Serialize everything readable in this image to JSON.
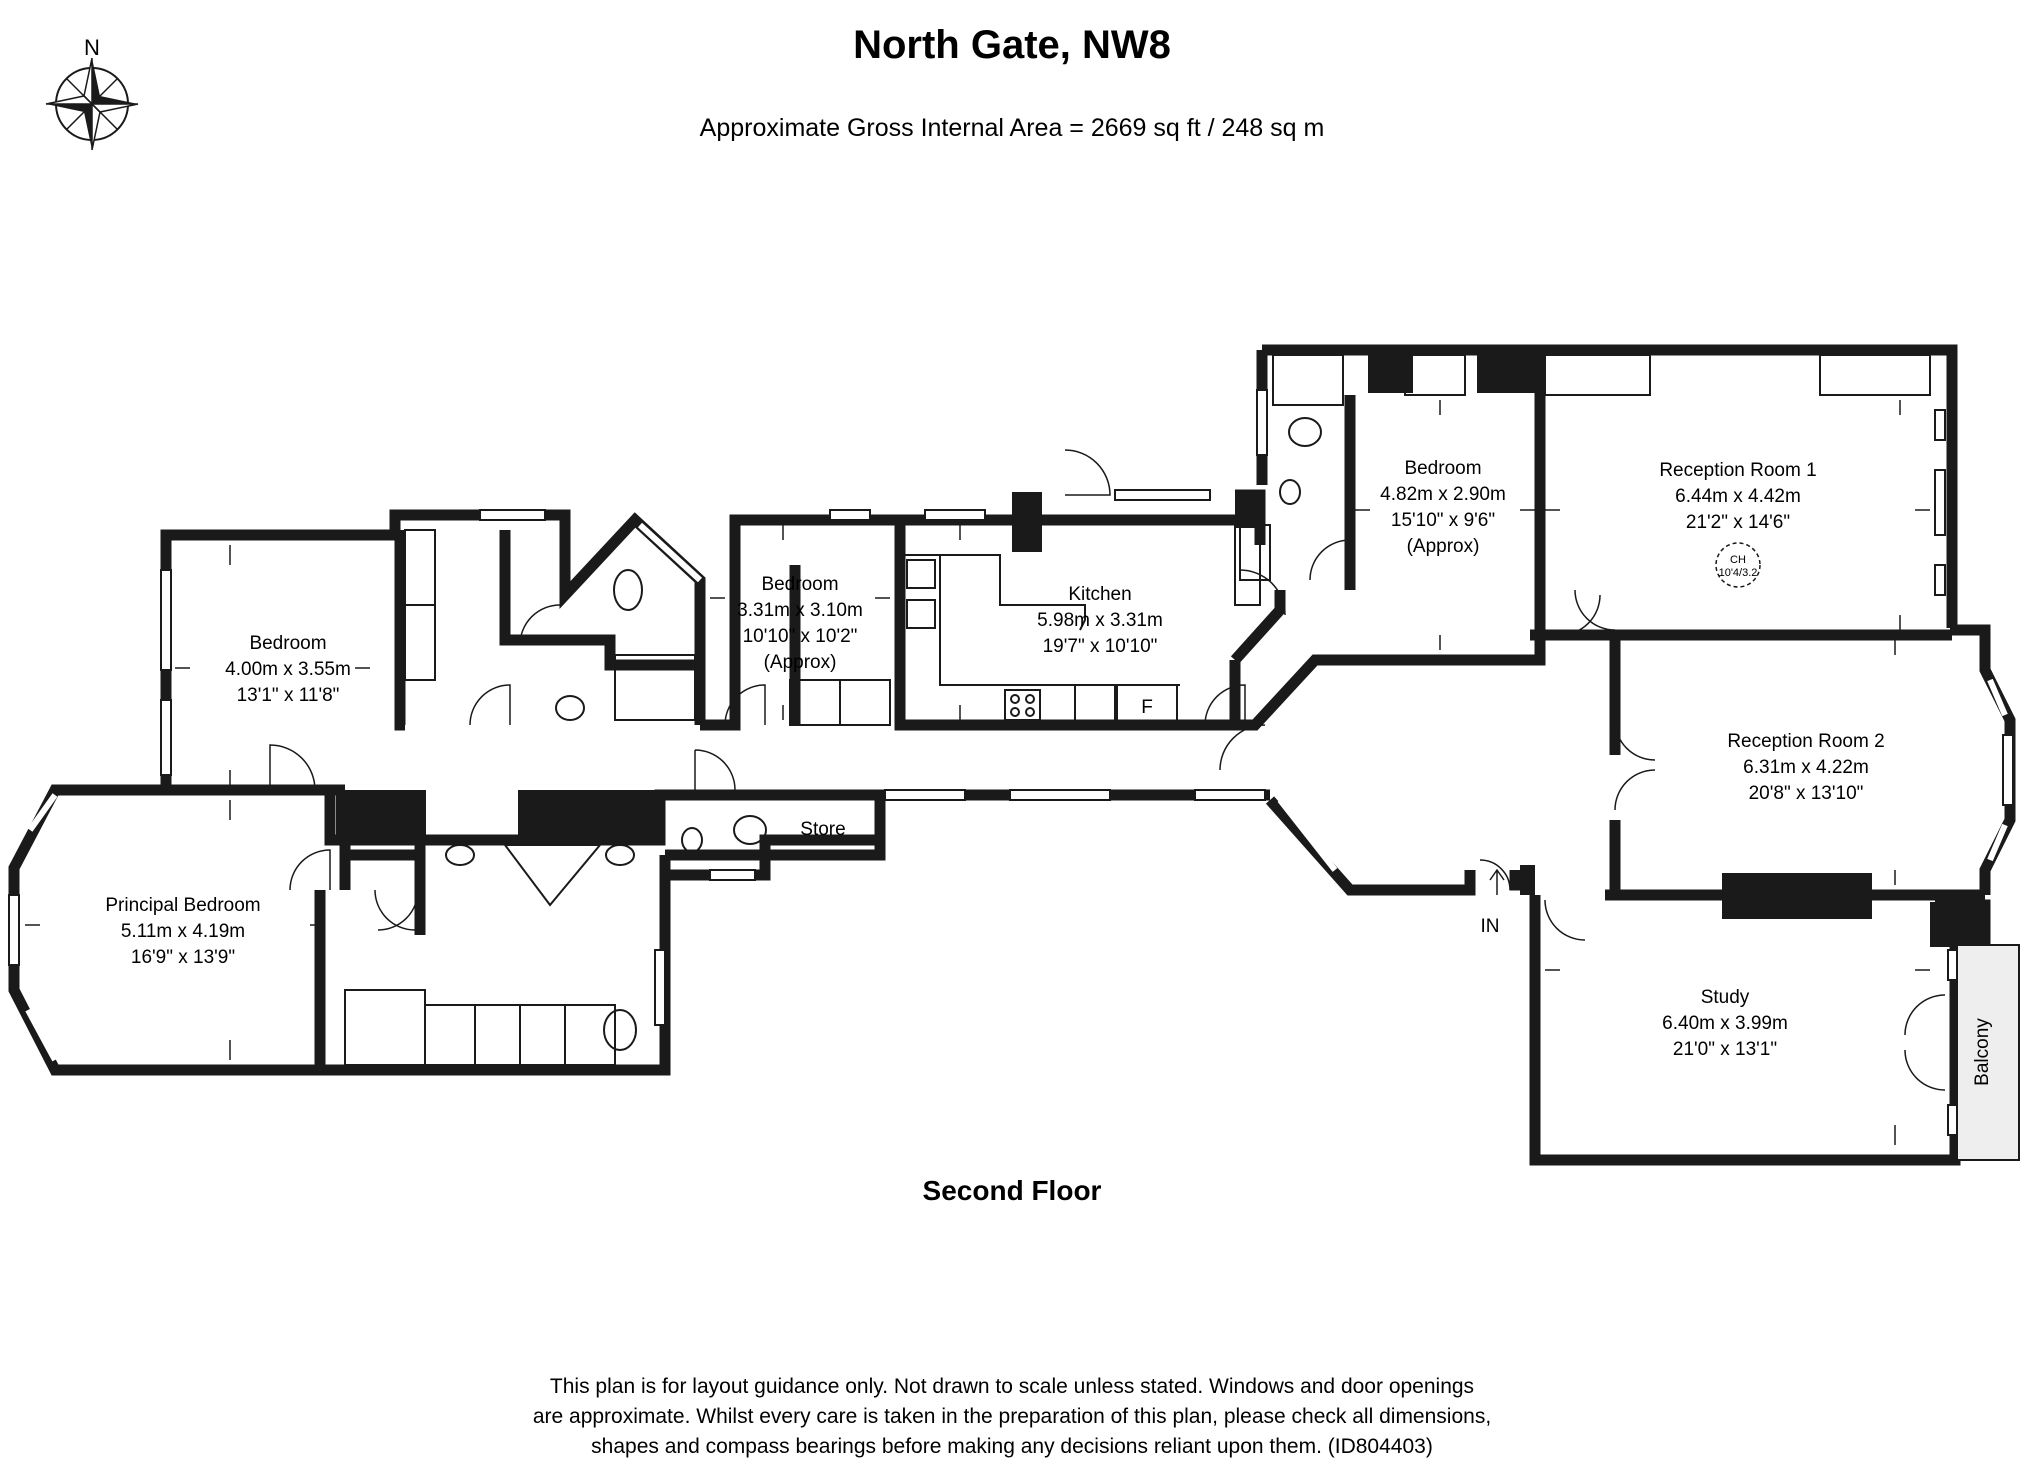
{
  "header": {
    "title": "North Gate, NW8",
    "area": "Approximate Gross Internal Area = 2669 sq ft / 248 sq m"
  },
  "compass": {
    "north": "N"
  },
  "floor_name": "Second Floor",
  "rooms": {
    "bedroom_west": {
      "name": "Bedroom",
      "metric": "4.00m x 3.55m",
      "imperial": "13'1\" x 11'8\""
    },
    "bedroom_mid": {
      "name": "Bedroom",
      "metric": "3.31m x 3.10m",
      "imperial": "10'10\" x 10'2\"",
      "note": "(Approx)"
    },
    "kitchen": {
      "name": "Kitchen",
      "metric": "5.98m x 3.31m",
      "imperial": "19'7\" x 10'10\""
    },
    "bedroom_east": {
      "name": "Bedroom",
      "metric": "4.82m x 2.90m",
      "imperial": "15'10\" x 9'6\"",
      "note": "(Approx)"
    },
    "reception_1": {
      "name": "Reception Room 1",
      "metric": "6.44m x 4.42m",
      "imperial": "21'2\" x 14'6\""
    },
    "reception_2": {
      "name": "Reception Room 2",
      "metric": "6.31m x 4.22m",
      "imperial": "20'8\" x 13'10\""
    },
    "principal_bedroom": {
      "name": "Principal Bedroom",
      "metric": "5.11m x 4.19m",
      "imperial": "16'9\" x 13'9\""
    },
    "study": {
      "name": "Study",
      "metric": "6.40m x 3.99m",
      "imperial": "21'0\" x 13'1\""
    }
  },
  "labels": {
    "store": "Store",
    "fridge": "F",
    "entrance": "IN",
    "balcony": "Balcony",
    "cylinder_code": "CH",
    "cylinder_dims": "10'4/3.2"
  },
  "disclaimer": [
    "This plan is for layout guidance only. Not drawn to scale unless stated. Windows and door openings",
    "are approximate. Whilst every care is taken in the preparation of this plan, please check all dimensions,",
    "shapes and compass bearings before making any decisions reliant upon them. (ID804403)"
  ],
  "colors": {
    "wall": "#1a1a1a",
    "window": "#ffffff",
    "balcony_fill": "#eeeeee",
    "text": "#1a1a1a"
  }
}
